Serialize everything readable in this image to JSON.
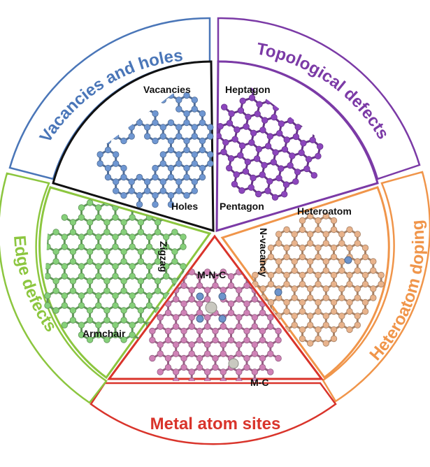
{
  "segments": [
    {
      "key": "vac",
      "title": "Vacancies and holes",
      "color": "#4a76b8",
      "atom": "#6f97d2",
      "labels": {
        "vacancies": "Vacancies",
        "holes": "Holes"
      }
    },
    {
      "key": "topo",
      "title": "Topological defects",
      "color": "#7b3aa6",
      "atom": "#8c46bd",
      "labels": {
        "heptagon": "Heptagon",
        "pentagon": "Pentagon"
      }
    },
    {
      "key": "dop",
      "title": "Heteroatom doping",
      "color": "#f0954a",
      "atom": "#e8b38c",
      "labels": {
        "heteroatom": "Heteroatom",
        "nvacancy": "N-vacancy"
      }
    },
    {
      "key": "metal",
      "title": "Metal atom sites",
      "color": "#d9342b",
      "atom": "#cf82b6",
      "labels": {
        "mnc": "M-N-C",
        "mc": "M-C"
      }
    },
    {
      "key": "edge",
      "title": "Edge defects",
      "color": "#8cc63f",
      "atom": "#86d07a",
      "labels": {
        "zigzag": "Zigzag",
        "armchair": "Armchair"
      }
    }
  ],
  "dopant_colors": {
    "nitrogen": "#6d94cc",
    "metal": "#c9c9c0"
  }
}
